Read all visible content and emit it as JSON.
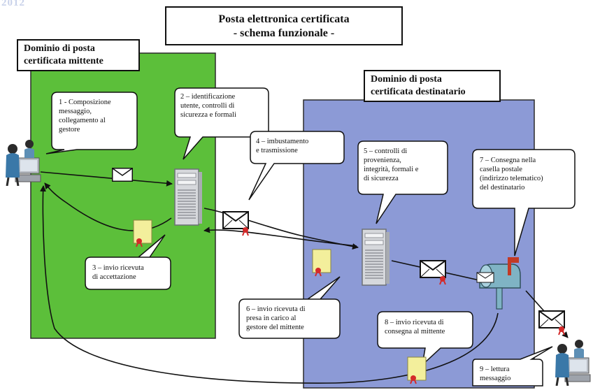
{
  "watermark": "2012",
  "title": {
    "line1": "Posta elettronica certificata",
    "line2": "- schema funzionale -"
  },
  "domains": {
    "sender": {
      "line1": "Dominio di posta",
      "line2": "certificata mittente",
      "color": "#5cbf3a"
    },
    "recipient": {
      "line1": "Dominio di posta",
      "line2": "certificata destinatario",
      "color": "#8c9ad6"
    }
  },
  "steps": {
    "s1": [
      "1 - Composizione",
      "messaggio,",
      "collegamento al",
      "gestore"
    ],
    "s2": [
      "2 – identificazione",
      "utente, controlli di",
      "sicurezza e formali"
    ],
    "s3": [
      "3 – invio ricevuta",
      "di accettazione"
    ],
    "s4": [
      "4 – imbustamento",
      "e trasmissione"
    ],
    "s5": [
      "5 – controlli di",
      "provenienza,",
      "integrità, formali e",
      "di sicurezza"
    ],
    "s6": [
      "6 – invio ricevuta di",
      "presa in carico al",
      "gestore del mittente"
    ],
    "s7": [
      "7 – Consegna nella",
      "casella postale",
      "(indirizzo telematico)",
      "del destinatario"
    ],
    "s8": [
      "8 – invio ricevuta di",
      "consegna al mittente"
    ],
    "s9": [
      "9 – lettura",
      "messaggio"
    ]
  },
  "icons": {
    "sender_user": "user-at-computer-icon",
    "recipient_user": "user-at-computer-icon",
    "sender_server": "server-icon",
    "recipient_server": "server-icon",
    "mailbox": "mailbox-icon",
    "envelope": "envelope-icon",
    "envelope_sealed": "sealed-envelope-icon",
    "receipt": "receipt-icon"
  },
  "colors": {
    "arrow": "#111111",
    "bubble_fill": "#ffffff",
    "seal": "#d42a2a",
    "receipt": "#f3ef9c",
    "server": "#d6d8dc",
    "mailbox": "#7fb3c4",
    "flag": "#c23a25"
  }
}
